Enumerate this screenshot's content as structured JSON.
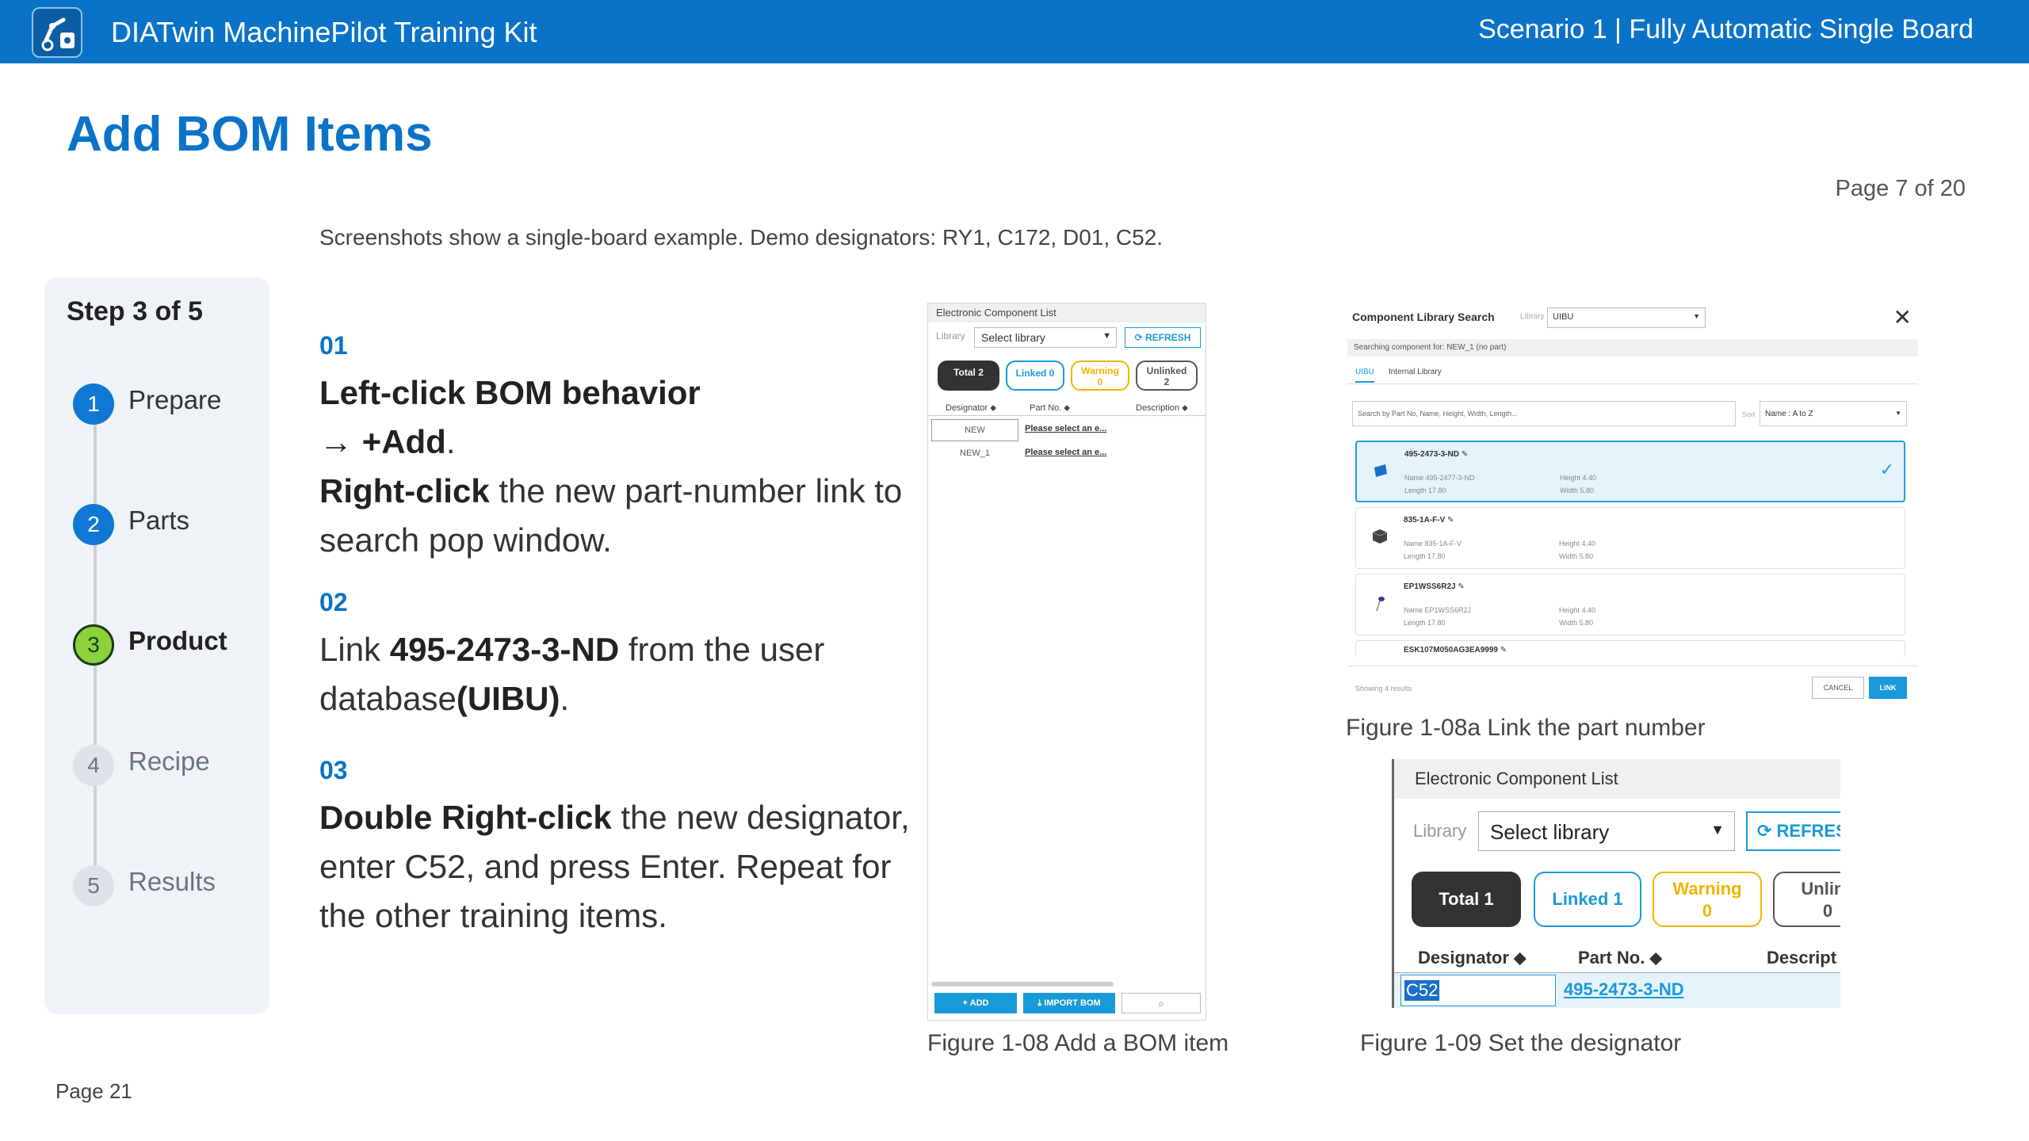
{
  "header": {
    "app_title": "DIATwin MachinePilot Training Kit",
    "scenario": "Scenario 1 | Fully Automatic Single Board",
    "logo_icon": "robot-arm-icon"
  },
  "page": {
    "heading": "Add BOM Items",
    "index": "Page 7 of 20",
    "note": "Screenshots show a single-board example. Demo designators: RY1, C172, D01, C52.",
    "footer": "Page 21"
  },
  "stepper": {
    "heading": "Step 3 of 5",
    "steps": [
      {
        "num": "1",
        "label": "Prepare",
        "state": "done"
      },
      {
        "num": "2",
        "label": "Parts",
        "state": "done"
      },
      {
        "num": "3",
        "label": "Product",
        "state": "current"
      },
      {
        "num": "4",
        "label": "Recipe",
        "state": "todo"
      },
      {
        "num": "5",
        "label": "Results",
        "state": "todo"
      }
    ]
  },
  "instructions": [
    {
      "num": "01",
      "t1": "Left-click BOM behavior",
      "t2": "→ +Add",
      "t3": ".",
      "t4": "Right-click",
      "t5": " the new part-number link to search pop window."
    },
    {
      "num": "02",
      "t1": "Link ",
      "t2": "495-2473-3-ND",
      "t3": " from the user database",
      "t4": "(UIBU)",
      "t5": "."
    },
    {
      "num": "03",
      "t1": "Double Right-click",
      "t2": " the new designator, enter C52, and press Enter. Repeat for the other training items."
    }
  ],
  "fig108": {
    "caption": "Figure 1-08  Add a BOM item",
    "title": "Electronic Component List",
    "library_label": "Library",
    "library_value": "Select library",
    "refresh": "⟳ REFRESH",
    "total": "Total 2",
    "linked": "Linked 0",
    "warning": "Warning",
    "warning_n": "0",
    "unlinked": "Unlinked",
    "unlinked_n": "2",
    "cols": [
      "Designator ⬥",
      "Part No. ⬥",
      "Description ⬥"
    ],
    "rows": [
      {
        "designator": "NEW",
        "part": "Please select an e..."
      },
      {
        "designator": "NEW_1",
        "part": "Please select an e..."
      }
    ],
    "add": "+ ADD",
    "import": "⤓ IMPORT BOM",
    "search_icon": "magnifier-icon"
  },
  "fig108a": {
    "caption": "Figure 1-08a Link the part number",
    "title": "Component Library Search",
    "library_label": "Library",
    "library_value": "UIBU",
    "searching": "Searching component for: NEW_1 (no part)",
    "tabs": [
      "UIBU",
      "Internal Library"
    ],
    "search_placeholder": "Search by Part No, Name, Height, Width, Length...",
    "sort_label": "Sort",
    "sort_value": "Name : A to Z",
    "cards": [
      {
        "pn": "495-2473-3-ND",
        "name": "Name    495-2477-3-ND",
        "length": "Length   17.80",
        "height": "Height   4.40",
        "width": "Width    5.80",
        "selected": true
      },
      {
        "pn": "835-1A-F-V",
        "name": "Name    835-1A-F-V",
        "length": "Length   17.80",
        "height": "Height   4.40",
        "width": "Width    5.80",
        "selected": false
      },
      {
        "pn": "EP1WSS6R2J",
        "name": "Name    EP1WSS6R2J",
        "length": "Length   17.80",
        "height": "Height   4.40",
        "width": "Width    5.80",
        "selected": false
      }
    ],
    "last_pn": "ESK107M050AG3EA9999",
    "footer": "Showing 4 results",
    "cancel": "CANCEL",
    "link": "LINK"
  },
  "fig109": {
    "caption": "Figure 1-09  Set the designator",
    "title": "Electronic Component List",
    "library_label": "Library",
    "library_value": "Select library",
    "refresh": "⟳ REFRES",
    "total": "Total 1",
    "linked": "Linked 1",
    "warning": "Warning",
    "warning_n": "0",
    "unlinked": "Unlink",
    "unlinked_n": "0",
    "cols": [
      "Designator ⬥",
      "Part No. ⬥",
      "Descript"
    ],
    "designator": "C52",
    "part": "495-2473-3-ND"
  },
  "colors": {
    "brand": "#0a73c8",
    "accent": "#1a9ad8",
    "current_step": "#8bd23b",
    "warning": "#f0b400"
  }
}
